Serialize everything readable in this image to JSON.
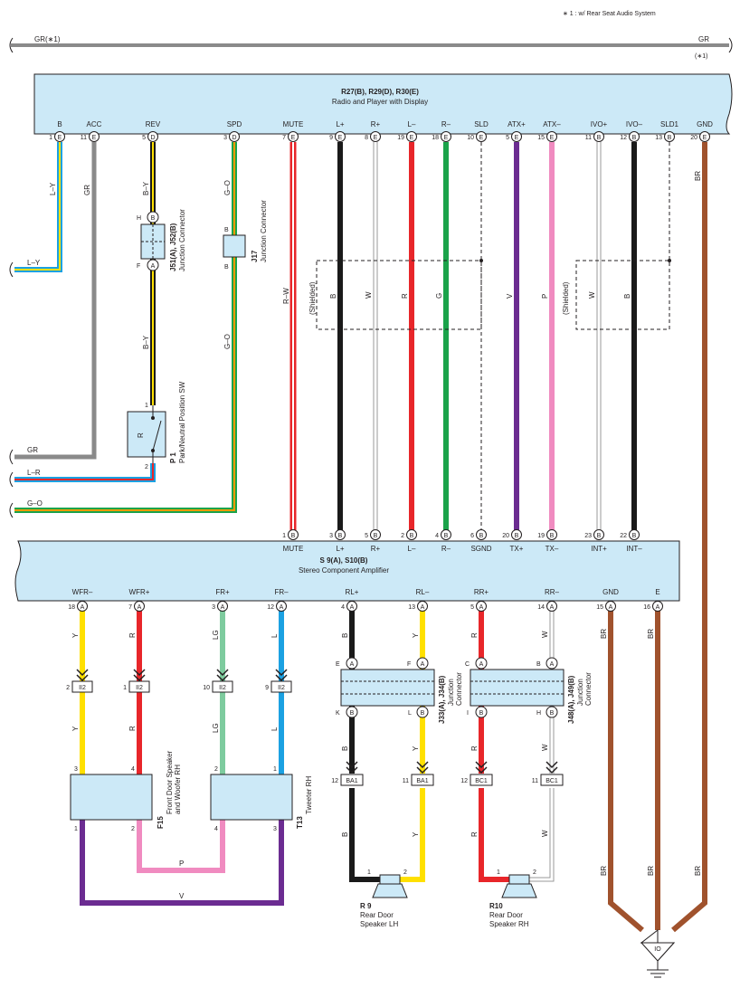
{
  "note": "∗ 1 : w/ Rear Seat Audio System",
  "gr_line": {
    "left": "GR(∗1)",
    "right": "GR",
    "right_sub": "(∗1)"
  },
  "radio": {
    "title": "R27(B), R29(D), R30(E)",
    "subtitle": "Radio and Player with Display",
    "pins": [
      {
        "label": "B",
        "num": "1",
        "conn": "E"
      },
      {
        "label": "ACC",
        "num": "11",
        "conn": "E"
      },
      {
        "label": "REV",
        "num": "5",
        "conn": "D"
      },
      {
        "label": "SPD",
        "num": "3",
        "conn": "D"
      },
      {
        "label": "MUTE",
        "num": "7",
        "conn": "E"
      },
      {
        "label": "L+",
        "num": "9",
        "conn": "E"
      },
      {
        "label": "R+",
        "num": "8",
        "conn": "E"
      },
      {
        "label": "L–",
        "num": "19",
        "conn": "E"
      },
      {
        "label": "R–",
        "num": "18",
        "conn": "E"
      },
      {
        "label": "SLD",
        "num": "10",
        "conn": "E"
      },
      {
        "label": "ATX+",
        "num": "5",
        "conn": "E"
      },
      {
        "label": "ATX–",
        "num": "15",
        "conn": "E"
      },
      {
        "label": "IVO+",
        "num": "11",
        "conn": "B"
      },
      {
        "label": "IVO–",
        "num": "12",
        "conn": "B"
      },
      {
        "label": "SLD1",
        "num": "13",
        "conn": "B"
      },
      {
        "label": "GND",
        "num": "20",
        "conn": "E"
      }
    ]
  },
  "amp": {
    "title": "S 9(A), S10(B)",
    "subtitle": "Stereo Component Amplifier",
    "top_pins": [
      {
        "label": "MUTE",
        "num": "1",
        "conn": "B"
      },
      {
        "label": "L+",
        "num": "3",
        "conn": "B"
      },
      {
        "label": "R+",
        "num": "5",
        "conn": "B"
      },
      {
        "label": "L–",
        "num": "2",
        "conn": "B"
      },
      {
        "label": "R–",
        "num": "4",
        "conn": "B"
      },
      {
        "label": "SGND",
        "num": "6",
        "conn": "B"
      },
      {
        "label": "TX+",
        "num": "20",
        "conn": "B"
      },
      {
        "label": "TX–",
        "num": "19",
        "conn": "B"
      },
      {
        "label": "INT+",
        "num": "23",
        "conn": "B"
      },
      {
        "label": "INT–",
        "num": "22",
        "conn": "B"
      }
    ],
    "bottom_pins": [
      {
        "label": "WFR–",
        "num": "18",
        "conn": "A"
      },
      {
        "label": "WFR+",
        "num": "7",
        "conn": "A"
      },
      {
        "label": "FR+",
        "num": "3",
        "conn": "A"
      },
      {
        "label": "FR–",
        "num": "12",
        "conn": "A"
      },
      {
        "label": "RL+",
        "num": "4",
        "conn": "A"
      },
      {
        "label": "RL–",
        "num": "13",
        "conn": "A"
      },
      {
        "label": "RR+",
        "num": "5",
        "conn": "A"
      },
      {
        "label": "RR–",
        "num": "14",
        "conn": "A"
      },
      {
        "label": "GND",
        "num": "15",
        "conn": "A"
      },
      {
        "label": "E",
        "num": "16",
        "conn": "A"
      }
    ]
  },
  "wire_codes": {
    "ly": "L–Y",
    "gr": "GR",
    "by": "B–Y",
    "go": "G–O",
    "rw": "R–W",
    "b": "B",
    "w": "W",
    "r": "R",
    "g": "G",
    "v": "V",
    "p": "P",
    "lr": "L–R",
    "br": "BR",
    "y": "Y",
    "lg": "LG",
    "l": "L"
  },
  "shielded": "(Shielded)",
  "j51": {
    "name": "J51(A), J52(B)",
    "desc": "Junction Connector",
    "pin_top": "H",
    "pin_bottom": "F",
    "conn_top": "B",
    "conn_bottom": "A"
  },
  "j17": {
    "name": "J17",
    "desc": "Junction Connector",
    "pin_top": "B",
    "pin_bottom": "B"
  },
  "p1": {
    "name": "P 1",
    "desc": "Park/Neutral Position SW",
    "pin1": "1",
    "pin2": "2",
    "inner": "R"
  },
  "ii2": {
    "label": "II2",
    "pins": [
      "2",
      "1",
      "10",
      "9"
    ]
  },
  "j33": {
    "name": "J33(A), J34(B)",
    "desc1": "Junction",
    "desc2": "Connector",
    "pins": [
      "E",
      "F",
      "K",
      "L"
    ],
    "conns": [
      "A",
      "A",
      "B",
      "B"
    ]
  },
  "j48": {
    "name": "J48(A), J49(B)",
    "desc1": "Junction",
    "desc2": "Connector",
    "pins": [
      "C",
      "B",
      "I",
      "H"
    ],
    "conns": [
      "A",
      "A",
      "B",
      "B"
    ]
  },
  "ba1": {
    "label": "BA1",
    "pins": [
      "12",
      "11"
    ]
  },
  "bc1": {
    "label": "BC1",
    "pins": [
      "12",
      "11"
    ]
  },
  "f15": {
    "name": "F15",
    "desc1": "Front Door Speaker",
    "desc2": "and Woofer RH",
    "pins": [
      "3",
      "4",
      "1",
      "2"
    ]
  },
  "t13": {
    "name": "T13",
    "desc": "Tweeter RH",
    "pins": [
      "2",
      "1",
      "4",
      "3"
    ]
  },
  "r9": {
    "name": "R 9",
    "desc1": "Rear Door",
    "desc2": "Speaker LH",
    "pin1": "1",
    "pin2": "2"
  },
  "r10": {
    "name": "R10",
    "desc1": "Rear Door",
    "desc2": "Speaker RH",
    "pin1": "1",
    "pin2": "2"
  },
  "ground": {
    "label": "IO"
  },
  "colors": {
    "box_fill": "#cce9f7",
    "gray": "#8a8a8a",
    "black": "#1a1a1a",
    "red": "#e8262a",
    "green": "#1aa34a",
    "violet": "#6b2c91",
    "pink": "#f08bc0",
    "brown": "#a0522d",
    "yellow": "#ffe000",
    "blue": "#1ba1e2",
    "lightgreen": "#7ecb9e"
  }
}
